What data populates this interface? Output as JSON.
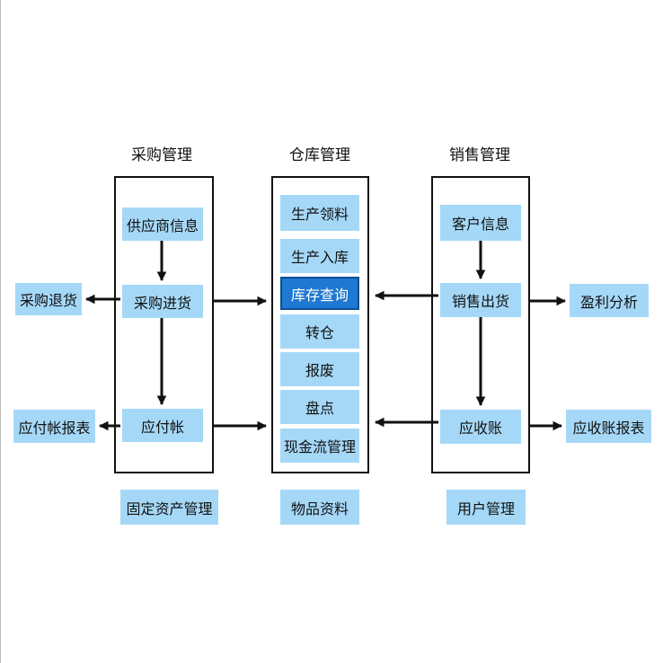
{
  "columns": {
    "purchase": {
      "title": "采购管理",
      "items": [
        "供应商信息",
        "采购进货",
        "应付帐"
      ],
      "footer": "固定资产管理"
    },
    "warehouse": {
      "title": "仓库管理",
      "items": [
        "生产领料",
        "生产入库",
        "库存查询",
        "转仓",
        "报废",
        "盘点",
        "现金流管理"
      ],
      "footer": "物品资料",
      "selected": "库存查询"
    },
    "sales": {
      "title": "销售管理",
      "items": [
        "客户信息",
        "销售出货",
        "应收账"
      ],
      "footer": "用户管理"
    }
  },
  "outer": {
    "purchase_return": "采购退货",
    "payables_report": "应付帐报表",
    "profit_analysis": "盈利分析",
    "receivables_report": "应收账报表"
  },
  "colors": {
    "box": "#a5d8f7",
    "selected": "#1f78d1",
    "line": "#111111"
  }
}
